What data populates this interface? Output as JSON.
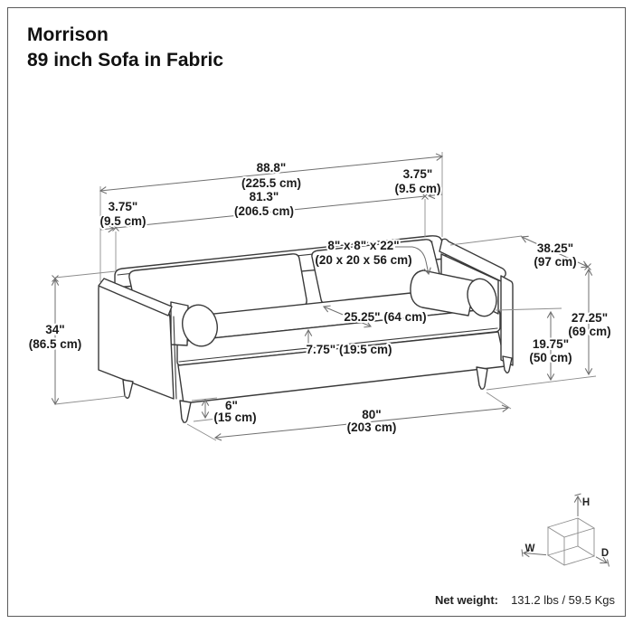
{
  "page": {
    "background": "#ffffff",
    "border_color": "#5a5a5a"
  },
  "title": {
    "product_name": "Morrison",
    "product_subtitle": "89 inch Sofa in Fabric"
  },
  "diagram": {
    "dimensions": {
      "overall_width": {
        "inches": "88.8\"",
        "metric": "(225.5 cm)"
      },
      "inner_width": {
        "inches": "81.3\"",
        "metric": "(206.5 cm)"
      },
      "left_overhang": {
        "inches": "3.75\"",
        "metric": "(9.5 cm)"
      },
      "right_overhang": {
        "inches": "3.75\"",
        "metric": "(9.5 cm)"
      },
      "bolster_pillow": {
        "inches": "8\" x 8\" x 22\"",
        "metric": "(20 x 20 x 56 cm)"
      },
      "overall_depth": {
        "inches": "38.25\"",
        "metric": "(97 cm)"
      },
      "overall_height": {
        "inches": "34\"",
        "metric": "(86.5 cm)"
      },
      "seat_depth": {
        "combined": "25.25\" (64 cm)"
      },
      "seat_cushion_thickness": {
        "combined": "7.75\" (19.5 cm)"
      },
      "arm_height": {
        "inches": "27.25\"",
        "metric": "(69 cm)"
      },
      "seat_height": {
        "inches": "19.75\"",
        "metric": "(50 cm)"
      },
      "leg_height": {
        "inches": "6\"",
        "metric": "(15 cm)"
      },
      "leg_to_leg_width": {
        "inches": "80\"",
        "metric": "(203 cm)"
      }
    },
    "orientation_cube": {
      "width_axis": "W",
      "depth_axis": "D",
      "height_axis": "H"
    }
  },
  "footer": {
    "net_weight_label": "Net weight:",
    "net_weight_value": "131.2 lbs / 59.5 Kgs"
  }
}
